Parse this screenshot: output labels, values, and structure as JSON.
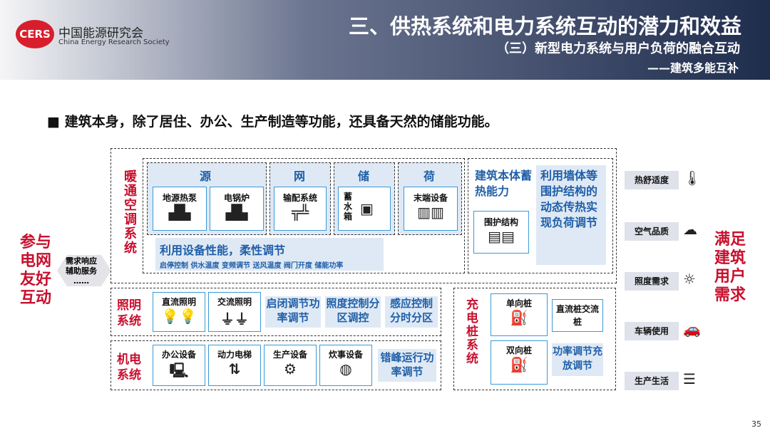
{
  "header": {
    "org_cn": "中国能源研究会",
    "org_en": "China Energy Research Society",
    "logo": "CERS",
    "title": "三、供热系统和电力系统互动的潜力和效益",
    "subtitle": "（三）新型电力系统与用户负荷的融合互动",
    "subsubtitle": "——建筑多能互补"
  },
  "bullet": "建筑本身，除了居住、办公、生产制造等功能，还具备天然的储能功能。",
  "left": {
    "main": "参与电网友好互动",
    "sub_line1": "需求响应",
    "sub_line2": "辅助服务",
    "sub_line3": "……"
  },
  "right": {
    "main": "满足建筑用户需求",
    "needs": [
      "热舒适度",
      "空气品质",
      "照度需求",
      "车辆使用",
      "生产生活"
    ]
  },
  "hvac": {
    "label": "暖通空调系统",
    "source": "源",
    "network": "网",
    "storage": "储",
    "load": "荷",
    "items": {
      "ground_heat_pump": "地源热泵",
      "electric_boiler": "电锅炉",
      "distribution": "输配系统",
      "storage_tank": "蓄水箱",
      "terminal": "末端设备"
    },
    "flex_title": "利用设备性能，柔性调节",
    "flex_desc": "启停控制 供水温度 变频调节 送风温度 阀门开度 储能功率",
    "building_storage": "建筑本体蓄热能力",
    "envelope": "围护结构",
    "envelope_desc": "利用墙体等围护结构的动态传热实现负荷调节"
  },
  "lighting": {
    "label": "照明系统",
    "dc": "直流照明",
    "ac": "交流照明",
    "c1": "启闭调节功率调节",
    "c2": "照度控制分区调控",
    "c3": "感应控制分时分区"
  },
  "mechanical": {
    "label": "机电系统",
    "office": "办公设备",
    "elevator": "动力电梯",
    "production": "生产设备",
    "kitchen": "炊事设备",
    "desc": "错峰运行功率调节"
  },
  "charging": {
    "label": "充电桩系统",
    "one_way": "单向桩",
    "two_way": "双向桩",
    "dcac": "直流桩交流桩",
    "desc": "功率调节充放调节"
  },
  "page_number": "35",
  "colors": {
    "red": "#c8102e",
    "blue": "#1f5fa8",
    "light": "#dfe9f5"
  }
}
